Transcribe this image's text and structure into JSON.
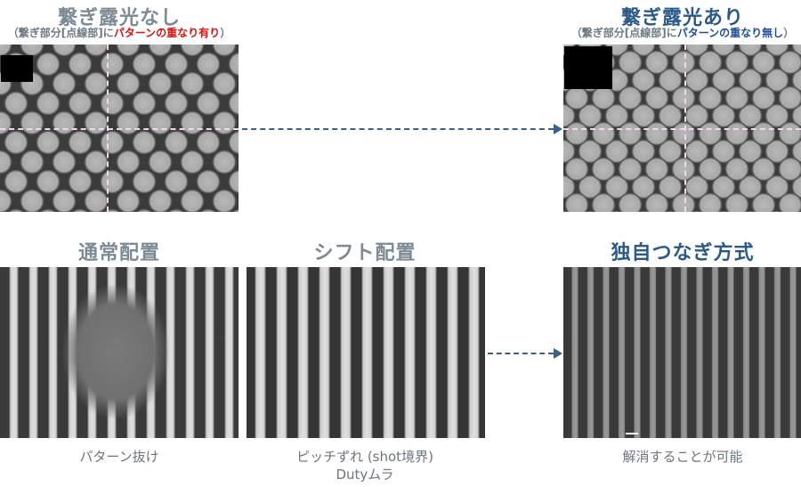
{
  "top_left": {
    "title": "繋ぎ露光なし",
    "subtitle_prefix": "（繋ぎ部分[点線部]に",
    "subtitle_highlight": "パターンの重なり有り",
    "subtitle_suffix": "）"
  },
  "top_right": {
    "title": "繋ぎ露光あり",
    "subtitle_prefix": "（繋ぎ部分[点線部]に",
    "subtitle_highlight": "パターンの重なり無し",
    "subtitle_suffix": "）"
  },
  "bottom": {
    "normal": {
      "title": "通常配置",
      "caption": "パターン抜け"
    },
    "shift": {
      "title": "シフト配置",
      "caption_line1": "ピッチずれ (shot境界)",
      "caption_line2": "Dutyムラ"
    },
    "custom": {
      "title": "独自つなぎ方式",
      "caption": "解消することが可能"
    }
  },
  "colors": {
    "arrow": "#3b5f86",
    "title_gray": "#7d8a94",
    "title_blue": "#2b5a8a",
    "highlight_red": "#dd1111",
    "highlight_blue": "#1f4e9a"
  }
}
